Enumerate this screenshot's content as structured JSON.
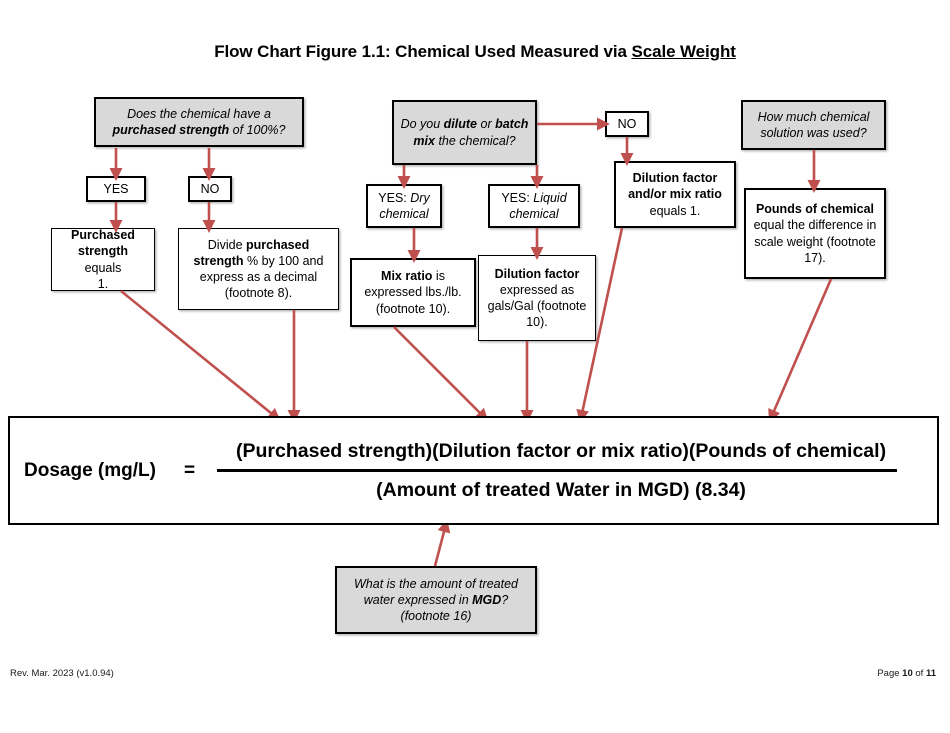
{
  "title": {
    "text_plain": "Flow Chart Figure 1.1: Chemical Used Measured via ",
    "text_underlined": "Scale Weight",
    "full": "Flow Chart Figure 1.1: Chemical Used Measured via Scale Weight"
  },
  "colors": {
    "arrow": "#C0504D",
    "decision_fill": "#D9D9D9",
    "box_border": "#000000",
    "page_background": "#FFFFFF"
  },
  "nodes": {
    "q_purchased_strength": {
      "line1": "Does the chemical have a",
      "line2_bold": "purchased strength",
      "line2_rest": " of 100%?",
      "style": "decision-gray-italic"
    },
    "yes_left": {
      "label": "YES"
    },
    "no_left": {
      "label": "NO"
    },
    "purchased_strength_equals_1": {
      "bold1": "Purchased",
      "bold2": "strength",
      "rest": " equals",
      "line3": "1.",
      "full": "Purchased strength equals 1."
    },
    "divide_purchased_strength": {
      "pre": "Divide ",
      "bold": "purchased strength",
      "rest": "% by 100 and express as a decimal (footnote 8).",
      "full": "Divide purchased strength % by 100 and express as a decimal (footnote 8)."
    },
    "q_dilute_batch": {
      "seg1": "Do you ",
      "bold1": "dilute",
      "seg2": " or ",
      "bold2": "batch",
      "bold3": "mix",
      "seg3": " the chemical?",
      "full": "Do you dilute or batch mix the chemical?",
      "style": "decision-gray-italic"
    },
    "no_middle": {
      "label": "NO"
    },
    "yes_dry": {
      "prefix": "YES: ",
      "italic1": "Dry",
      "italic2": "chemical",
      "full": "YES: Dry chemical"
    },
    "yes_liquid": {
      "prefix": "YES: ",
      "italic1": "Liquid",
      "italic2": "chemical",
      "full": "YES: Liquid chemical"
    },
    "mix_ratio": {
      "bold": "Mix ratio",
      "rest": " is expressed lbs./lb. (footnote 10).",
      "full": "Mix ratio is expressed lbs./lb. (footnote 10)."
    },
    "dilution_factor": {
      "bold": "Dilution factor",
      "rest": "expressed as gals/Gal (footnote 10).",
      "full": "Dilution factor expressed as gals/Gal (footnote 10)."
    },
    "dilution_or_mix_equals_1": {
      "bold1": "Dilution factor",
      "bold2": "and/or mix ratio",
      "rest": "equals 1.",
      "full": "Dilution factor and/or mix ratio equals 1."
    },
    "q_how_much_solution": {
      "line1": "How much chemical",
      "line2": "solution was used?",
      "full": "How much chemical solution was used?",
      "style": "decision-gray-italic"
    },
    "pounds_of_chemical": {
      "bold": "Pounds of chemical",
      "rest": "equal the difference in scale weight (footnote 17).",
      "full": "Pounds of chemical equal the difference in scale weight (footnote 17)."
    },
    "q_amount_treated_water": {
      "line1": "What is the amount of treated",
      "line2_pre": "water expressed in ",
      "line2_bold": "MGD",
      "line2_post": "?",
      "line3": "(footnote 16)",
      "full": "What is the amount of treated water expressed in MGD? (footnote 16)",
      "style": "decision-gray-italic"
    }
  },
  "formula": {
    "lhs": "Dosage (mg/L)",
    "equals": "=",
    "numerator": "(Purchased strength)(Dilution factor or mix ratio)(Pounds of chemical)",
    "denominator": "(Amount of treated Water in MGD) (8.34)"
  },
  "footer": {
    "left": "Rev. Mar. 2023 (v1.0.94)",
    "right_pre": "Page ",
    "right_page": "10",
    "right_mid": " of ",
    "right_total": "11"
  }
}
